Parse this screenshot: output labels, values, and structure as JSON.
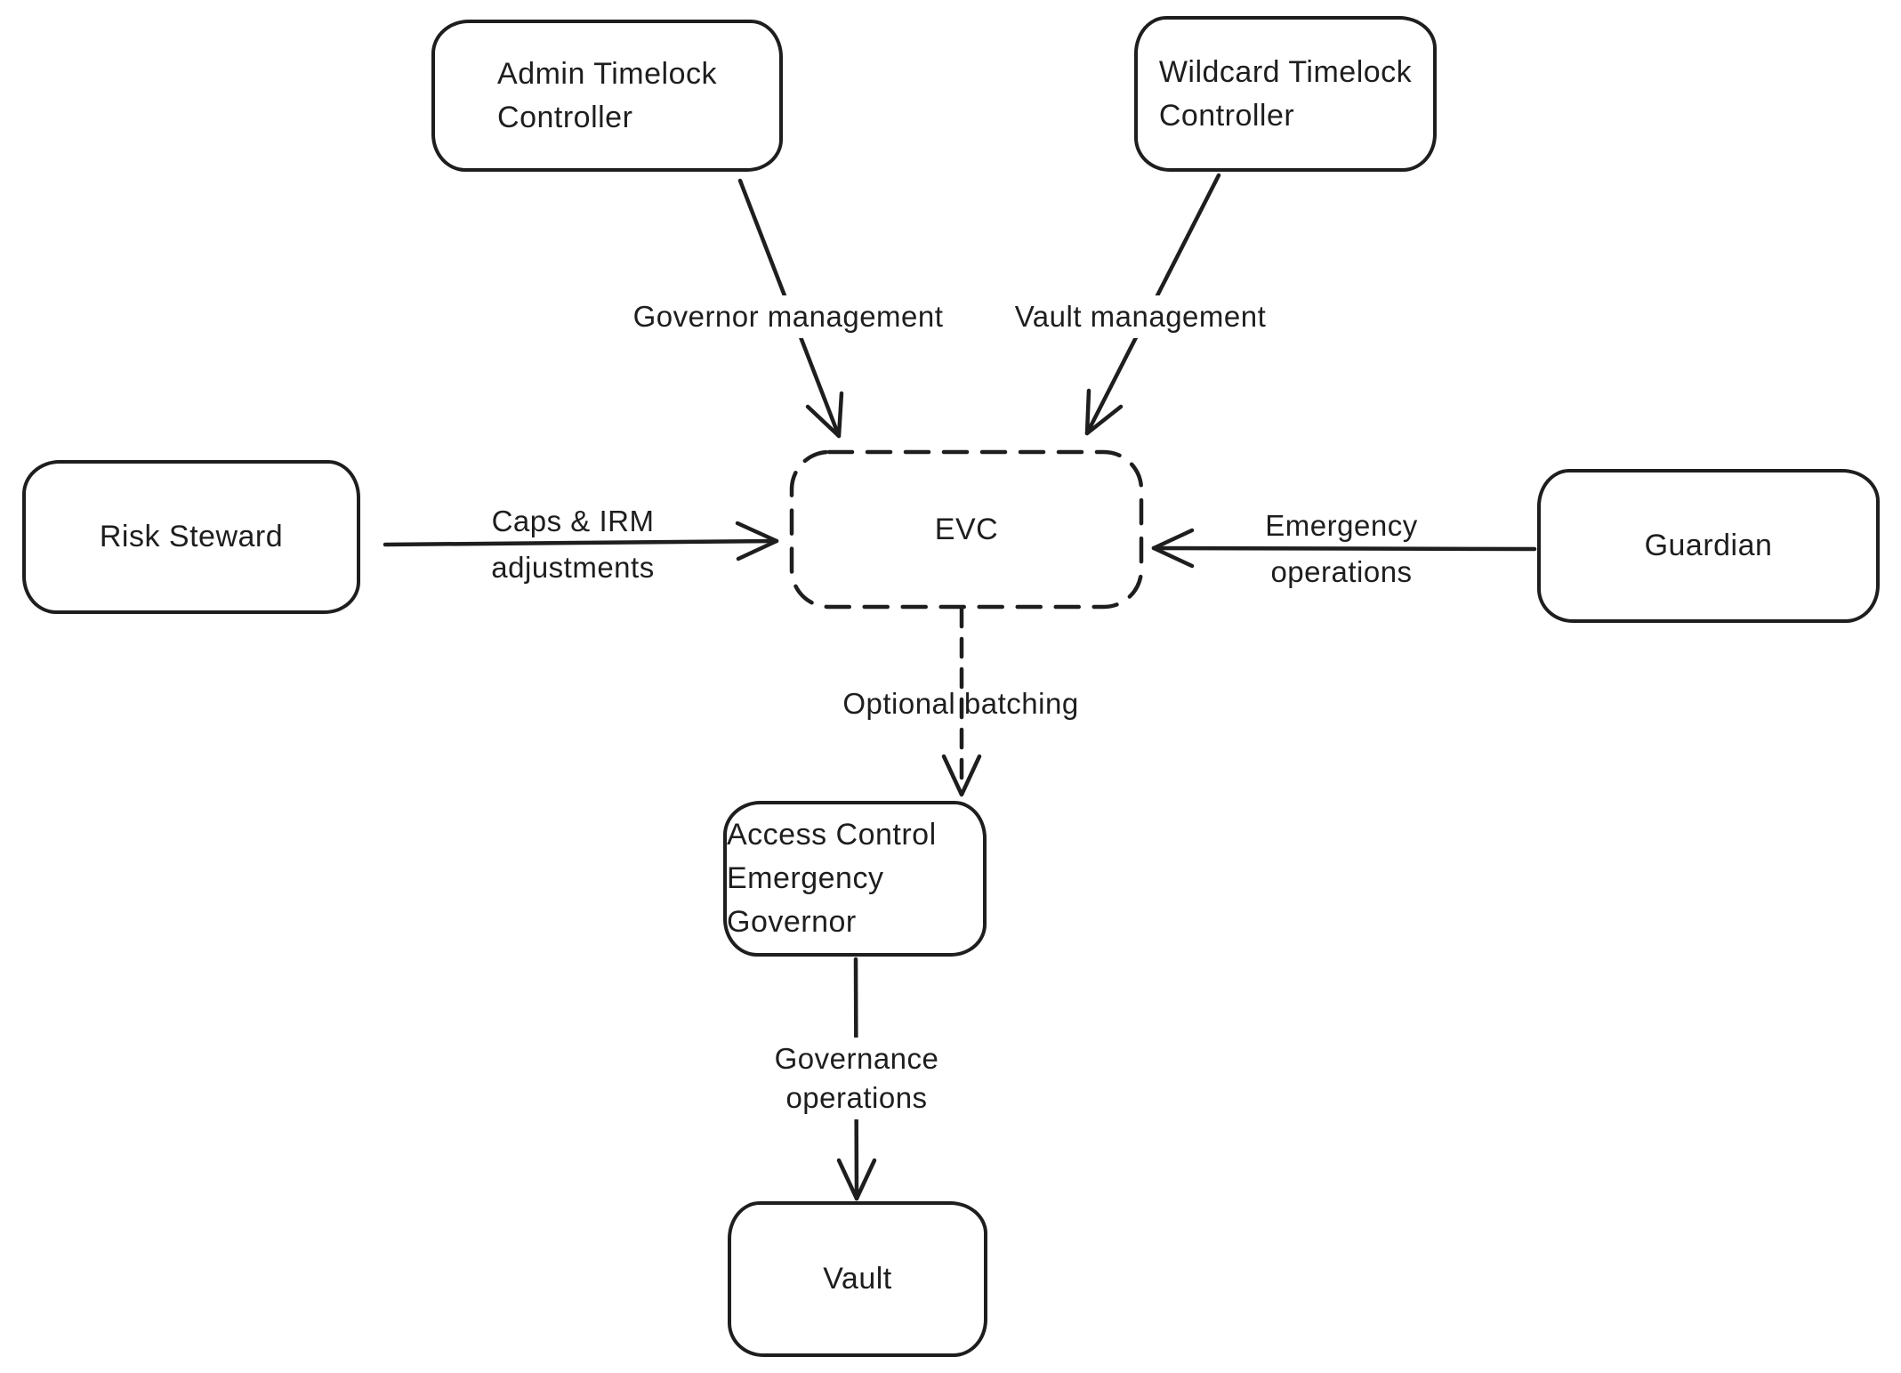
{
  "diagram": {
    "colors": {
      "stroke": "#1e1e1e",
      "background": "#ffffff"
    },
    "nodes": [
      {
        "id": "admin-timelock-controller",
        "label": "Admin Timelock\nController",
        "shape": "rounded-rect",
        "border": "solid"
      },
      {
        "id": "wildcard-timelock-controller",
        "label": "Wildcard Timelock\nController",
        "shape": "rounded-rect",
        "border": "solid"
      },
      {
        "id": "risk-steward",
        "label": "Risk Steward",
        "shape": "rounded-rect",
        "border": "solid"
      },
      {
        "id": "evc",
        "label": "EVC",
        "shape": "rounded-rect",
        "border": "dashed"
      },
      {
        "id": "guardian",
        "label": "Guardian",
        "shape": "rounded-rect",
        "border": "solid"
      },
      {
        "id": "access-control-emergency-governor",
        "label": "Access Control\nEmergency Governor",
        "shape": "rounded-rect",
        "border": "solid"
      },
      {
        "id": "vault",
        "label": "Vault",
        "shape": "rounded-rect",
        "border": "solid"
      }
    ],
    "edges": [
      {
        "from": "admin-timelock-controller",
        "to": "evc",
        "label": "Governor management",
        "style": "solid-arrow"
      },
      {
        "from": "wildcard-timelock-controller",
        "to": "evc",
        "label": "Vault management",
        "style": "solid-arrow"
      },
      {
        "from": "risk-steward",
        "to": "evc",
        "label": "Caps & IRM\nadjustments",
        "style": "solid-arrow"
      },
      {
        "from": "guardian",
        "to": "evc",
        "label": "Emergency\noperations",
        "style": "solid-arrow"
      },
      {
        "from": "evc",
        "to": "access-control-emergency-governor",
        "label": "Optional batching",
        "style": "dashed-arrow"
      },
      {
        "from": "access-control-emergency-governor",
        "to": "vault",
        "label": "Governance\noperations",
        "style": "solid-arrow"
      }
    ]
  }
}
